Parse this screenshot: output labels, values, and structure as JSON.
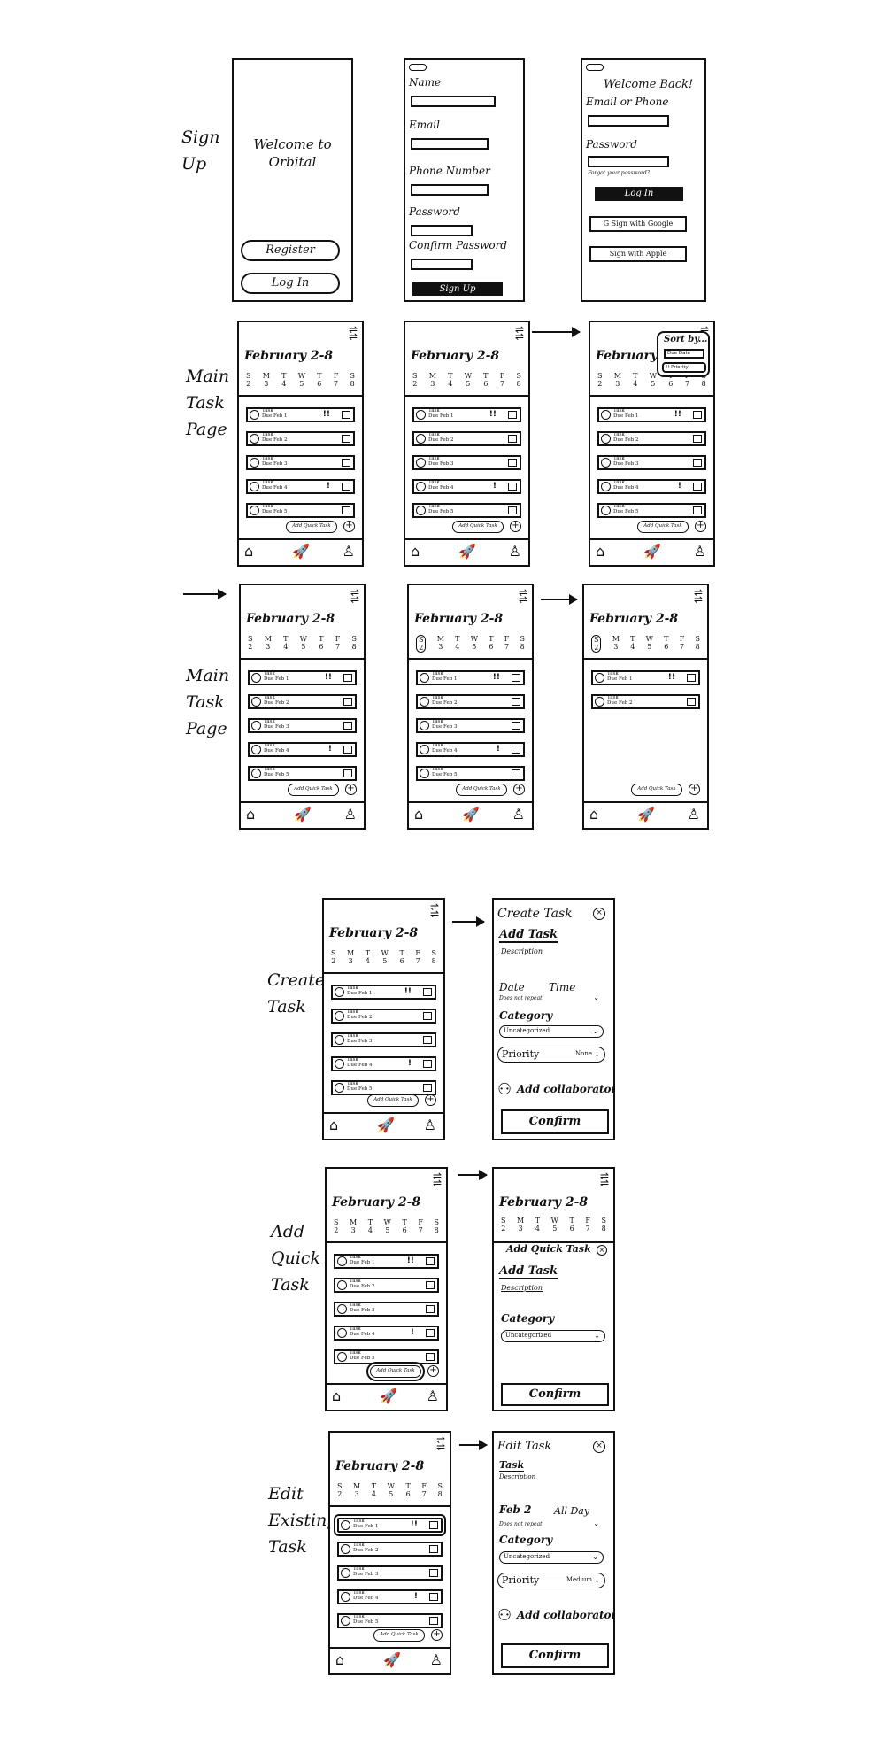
{
  "labels": {
    "signup": "Sign\nUp",
    "main1": "Main\nTask\nPage",
    "main2": "Main\nTask\nPage",
    "create": "Create\nTask",
    "quick": "Add\nQuick\nTask",
    "edit": "Edit\nExisting\nTask"
  },
  "welcome": {
    "title": "Welcome to\nOrbital",
    "register": "Register",
    "login": "Log In"
  },
  "signup_form": {
    "name": "Name",
    "email": "Email",
    "phone": "Phone Number",
    "password": "Password",
    "confirm": "Confirm Password",
    "submit": "Sign Up"
  },
  "login_form": {
    "title": "Welcome Back!",
    "email_phone": "Email or Phone",
    "password": "Password",
    "forgot": "Forgot your password?",
    "submit": "Log In",
    "google": "G  Sign with Google",
    "apple": "Sign with Apple"
  },
  "task_page": {
    "week": "February 2-8",
    "days": [
      "S",
      "M",
      "T",
      "W",
      "T",
      "F",
      "S"
    ],
    "dates": [
      "2",
      "3",
      "4",
      "5",
      "6",
      "7",
      "8"
    ],
    "task_title": "Task",
    "task_due": [
      "Due Feb 1",
      "Due Feb 2",
      "Due Feb 3",
      "Due Feb 4",
      "Due Feb 5"
    ],
    "priority_marks": [
      "!!",
      "",
      "",
      "!",
      ""
    ],
    "quick_add": "Add Quick Task",
    "sort_by": "Sort by...",
    "sort_due": "Due Date",
    "sort_priority": "!! Priority"
  },
  "create_task": {
    "title": "Create Task",
    "add_task": "Add Task",
    "description": "Description",
    "date": "Date",
    "time": "Time",
    "repeat": "Does not repeat",
    "category": "Category",
    "category_value": "Uncategorized",
    "priority": "Priority",
    "priority_value": "None",
    "collaborators": "Add collaborators",
    "confirm": "Confirm"
  },
  "quick_task": {
    "title": "Add Quick Task",
    "add_task": "Add Task",
    "description": "Description",
    "category": "Category",
    "category_value": "Uncategorized",
    "confirm": "Confirm"
  },
  "edit_task": {
    "title": "Edit Task",
    "task": "Task",
    "description": "Description",
    "date": "Feb 2",
    "time": "All Day",
    "repeat": "Does not repeat",
    "category": "Category",
    "category_value": "Uncategorized",
    "priority": "Priority",
    "priority_value": "Medium",
    "collaborators": "Add collaborators",
    "confirm": "Confirm"
  }
}
